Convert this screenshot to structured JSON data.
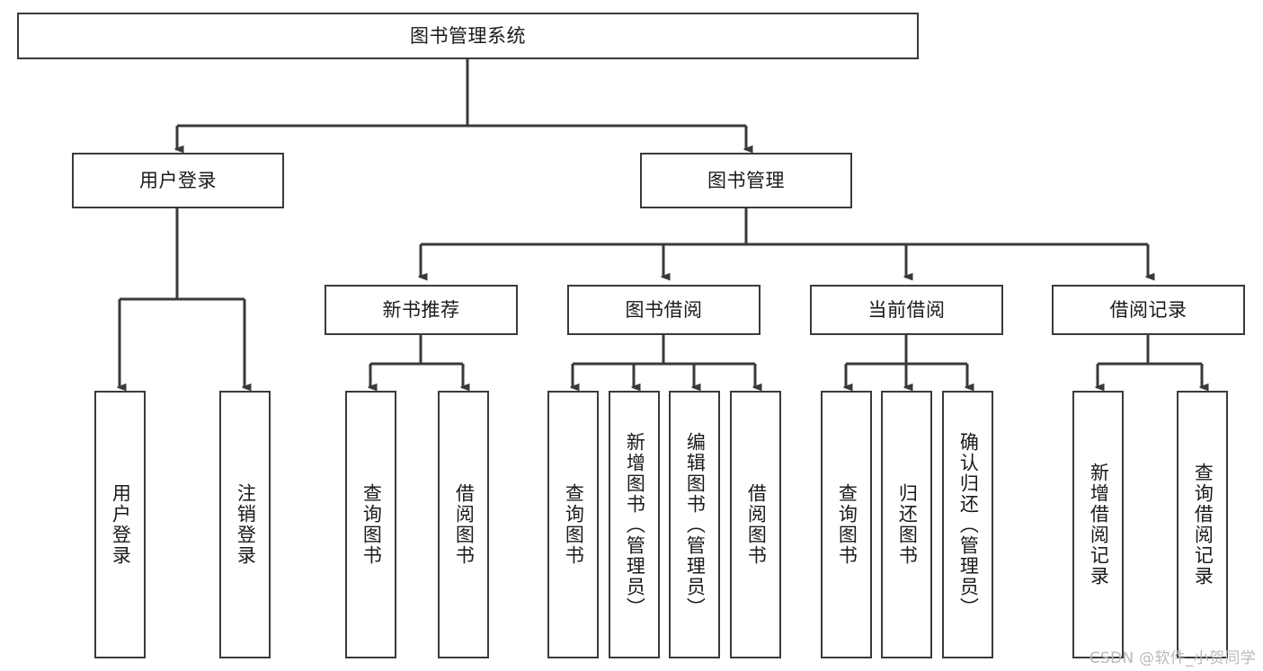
{
  "diagram": {
    "type": "tree",
    "title": "图书管理系统",
    "watermark": "CSDN @软件_小贺同学",
    "colors": {
      "box_border": "#3a3a3a",
      "box_fill": "#ffffff",
      "edge": "#3a3a3a",
      "text": "#1a1a1a",
      "watermark": "#b9b9b9"
    },
    "root": {
      "label": "图书管理系统"
    },
    "level2": [
      {
        "label": "用户登录"
      },
      {
        "label": "图书管理"
      }
    ],
    "level3": [
      {
        "label": "新书推荐"
      },
      {
        "label": "图书借阅"
      },
      {
        "label": "当前借阅"
      },
      {
        "label": "借阅记录"
      }
    ],
    "leaves": {
      "user_login": [
        {
          "label": "用户登录"
        },
        {
          "label": "注销登录"
        }
      ],
      "new_book": [
        {
          "label": "查询图书"
        },
        {
          "label": "借阅图书"
        }
      ],
      "book_borrow": [
        {
          "label": "查询图书"
        },
        {
          "label": "新增图书（管理员）"
        },
        {
          "label": "编辑图书（管理员）"
        },
        {
          "label": "借阅图书"
        }
      ],
      "current_borrow": [
        {
          "label": "查询图书"
        },
        {
          "label": "归还图书"
        },
        {
          "label": "确认归还（管理员）"
        }
      ],
      "borrow_record": [
        {
          "label": "新增借阅记录"
        },
        {
          "label": "查询借阅记录"
        }
      ]
    }
  }
}
